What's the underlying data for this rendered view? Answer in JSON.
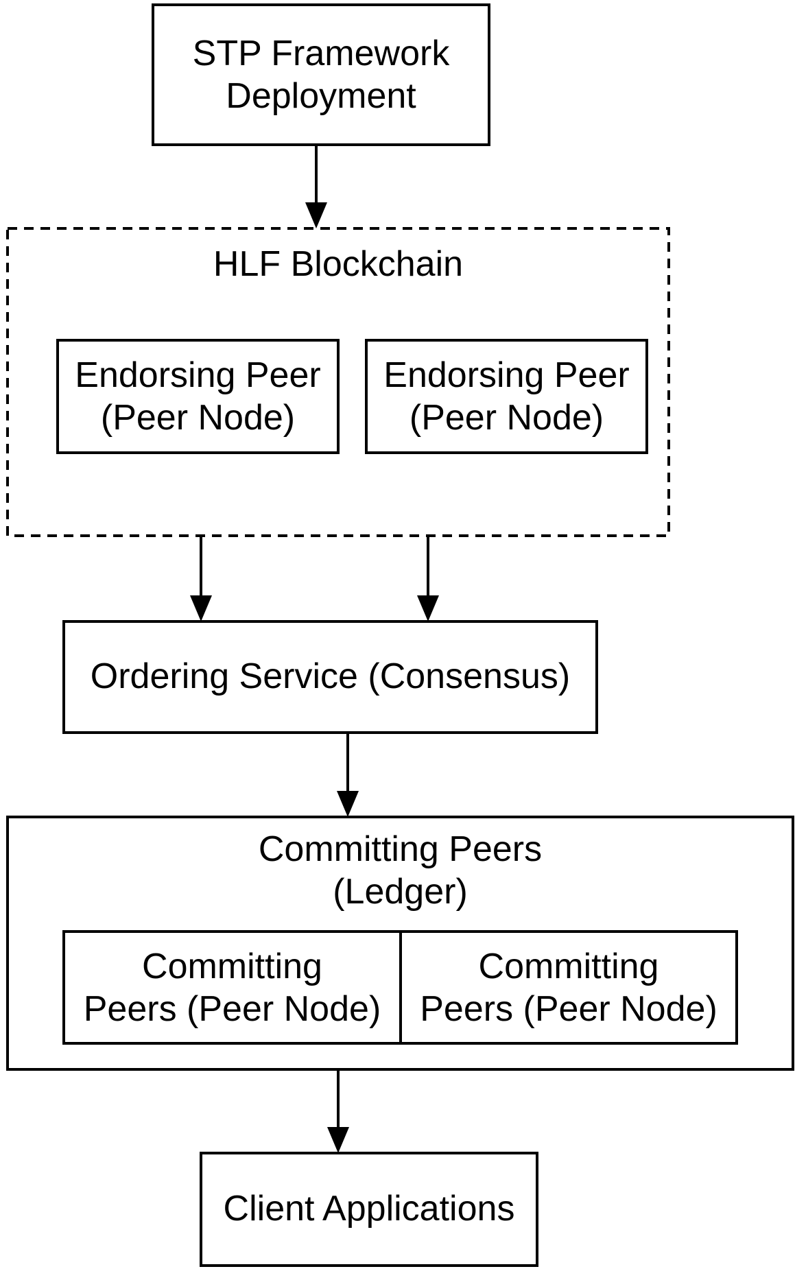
{
  "nodes": {
    "stp_framework": {
      "line1": "STP Framework",
      "line2": "Deployment"
    },
    "hlf_blockchain": {
      "title": "HLF Blockchain"
    },
    "endorsing_peer_1": {
      "line1": "Endorsing Peer",
      "line2": "(Peer Node)"
    },
    "endorsing_peer_2": {
      "line1": "Endorsing Peer",
      "line2": "(Peer Node)"
    },
    "ordering_service": {
      "label": "Ordering Service (Consensus)"
    },
    "committing_peers": {
      "line1": "Committing Peers",
      "line2": "(Ledger)"
    },
    "committing_peer_1": {
      "line1": "Committing",
      "line2": "Peers (Peer Node)"
    },
    "committing_peer_2": {
      "line1": "Committing",
      "line2": "Peers (Peer Node)"
    },
    "client_applications": {
      "label": "Client Applications"
    }
  },
  "colors": {
    "stroke": "#000000",
    "fill": "#ffffff",
    "text": "#000000"
  }
}
